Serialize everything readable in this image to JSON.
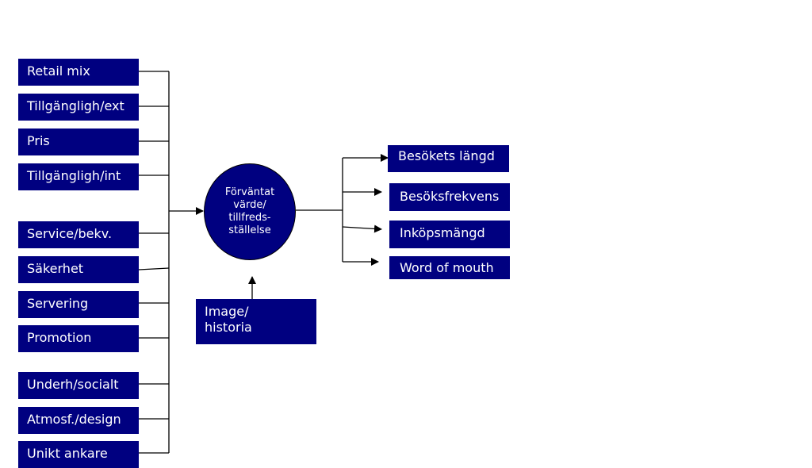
{
  "drivers": [
    "Retail mix",
    "Tillgängligh/ext",
    "Pris",
    "Tillgängligh/int",
    "Service/bekv.",
    "Säkerhet",
    "Servering",
    "Promotion",
    "Underh/socialt",
    "Atmosf./design",
    "Unikt ankare"
  ],
  "center": {
    "line1": "Förväntat",
    "line2": "värde/",
    "line3": "tillfreds-",
    "line4": "ställelse"
  },
  "image_box": {
    "line1": "Image/",
    "line2": "historia"
  },
  "outcomes": [
    "Besökets längd",
    "Besöksfrekvens",
    "Inköpsmängd",
    "Word of mouth"
  ],
  "colors": {
    "box_fill": "#000080",
    "line": "#000000",
    "text": "#ffffff"
  }
}
